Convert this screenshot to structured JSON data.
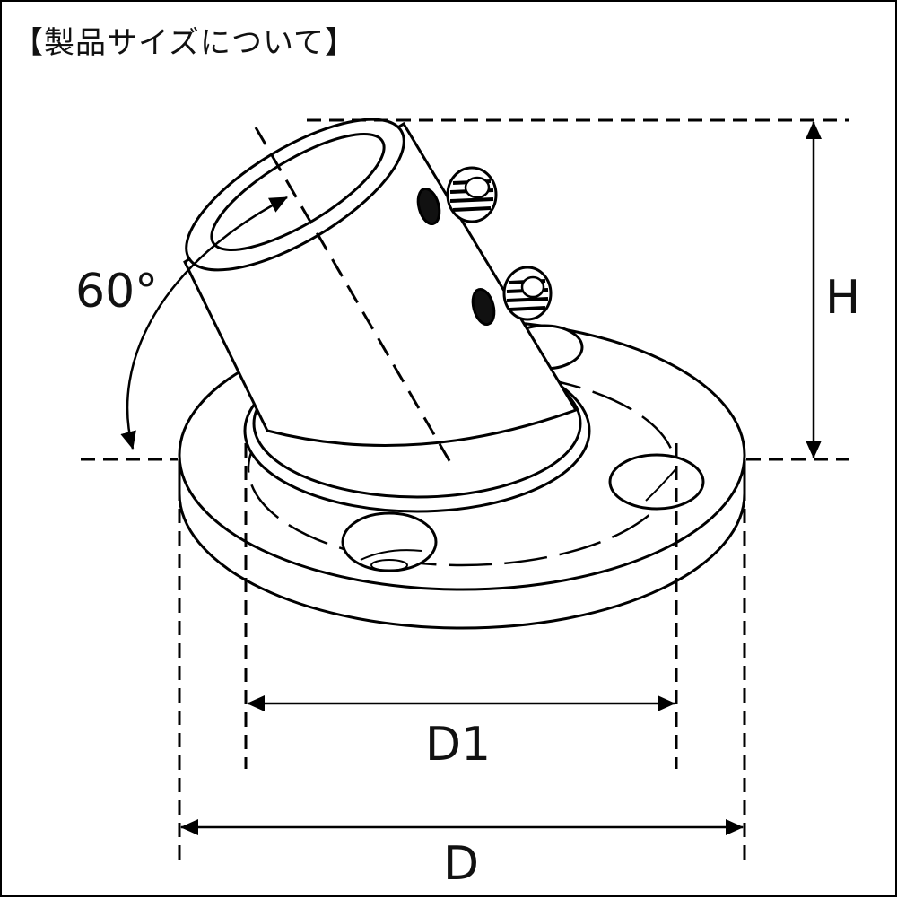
{
  "title": "【製品サイズについて】",
  "dimensions": {
    "angle": "60°",
    "height": "H",
    "inner_diameter": "D1",
    "outer_diameter": "D"
  },
  "colors": {
    "line": "#000000",
    "background": "#ffffff"
  }
}
